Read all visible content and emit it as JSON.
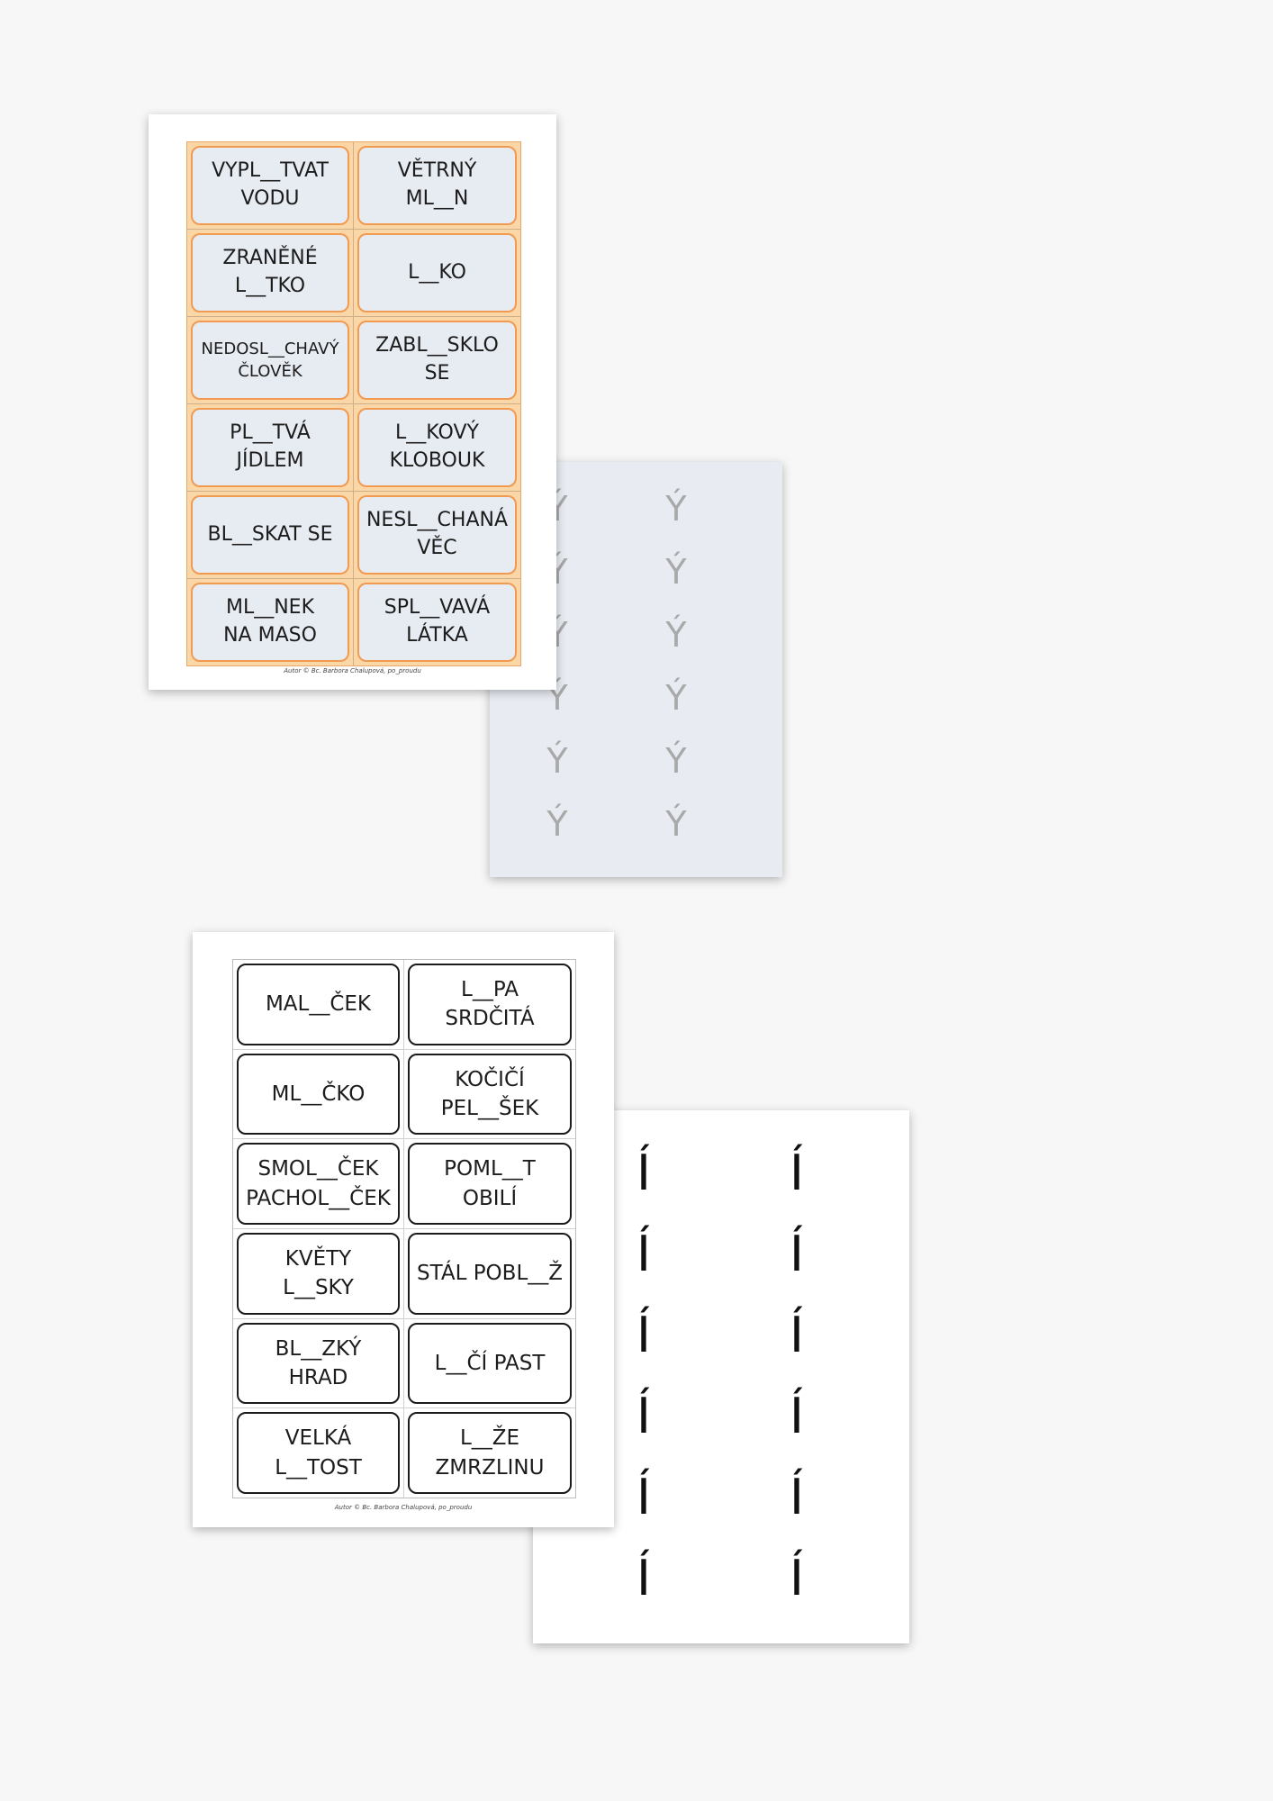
{
  "top_set": {
    "back_letter": "Ý",
    "cards": [
      "VYPL__TVAT\nVODU",
      "VĚTRNÝ\nML__N",
      "ZRANĚNÉ\nL__TKO",
      "L__KO",
      "NEDOSL__CHAVÝ\nČLOVĚK",
      "ZABL__SKLO SE",
      "PL__TVÁ\nJÍDLEM",
      "L__KOVÝ\nKLOBOUK",
      "BL__SKAT SE",
      "NESL__CHANÁ\nVĚC",
      "ML__NEK\nNA MASO",
      "SPL__VAVÁ\nLÁTKA"
    ],
    "credit": "Autor © Bc. Barbora Chalupová, po_proudu"
  },
  "bottom_set": {
    "back_letter": "Í",
    "cards": [
      "MAL__ČEK",
      "L__PA\nSRDČITÁ",
      "ML__ČKO",
      "KOČIČÍ\nPEL__ŠEK",
      "SMOL__ČEK\nPACHOL__ČEK",
      "POML__T\nOBILÍ",
      "KVĚTY\nL__SKY",
      "STÁL POBL__Ž",
      "BL__ZKÝ\nHRAD",
      "L__ČÍ PAST",
      "VELKÁ\nL__TOST",
      "L__ŽE\nZMRZLINU"
    ],
    "credit": "Autor © Bc. Barbora Chalupová, po_proudu"
  },
  "colors": {
    "top_card_fill": "#e7ebf2",
    "top_card_border": "#f19a52",
    "top_grid_fill": "#fbd7a8",
    "top_back_fill": "#e8ecf2",
    "bottom_card_border": "#1b1b1b"
  }
}
